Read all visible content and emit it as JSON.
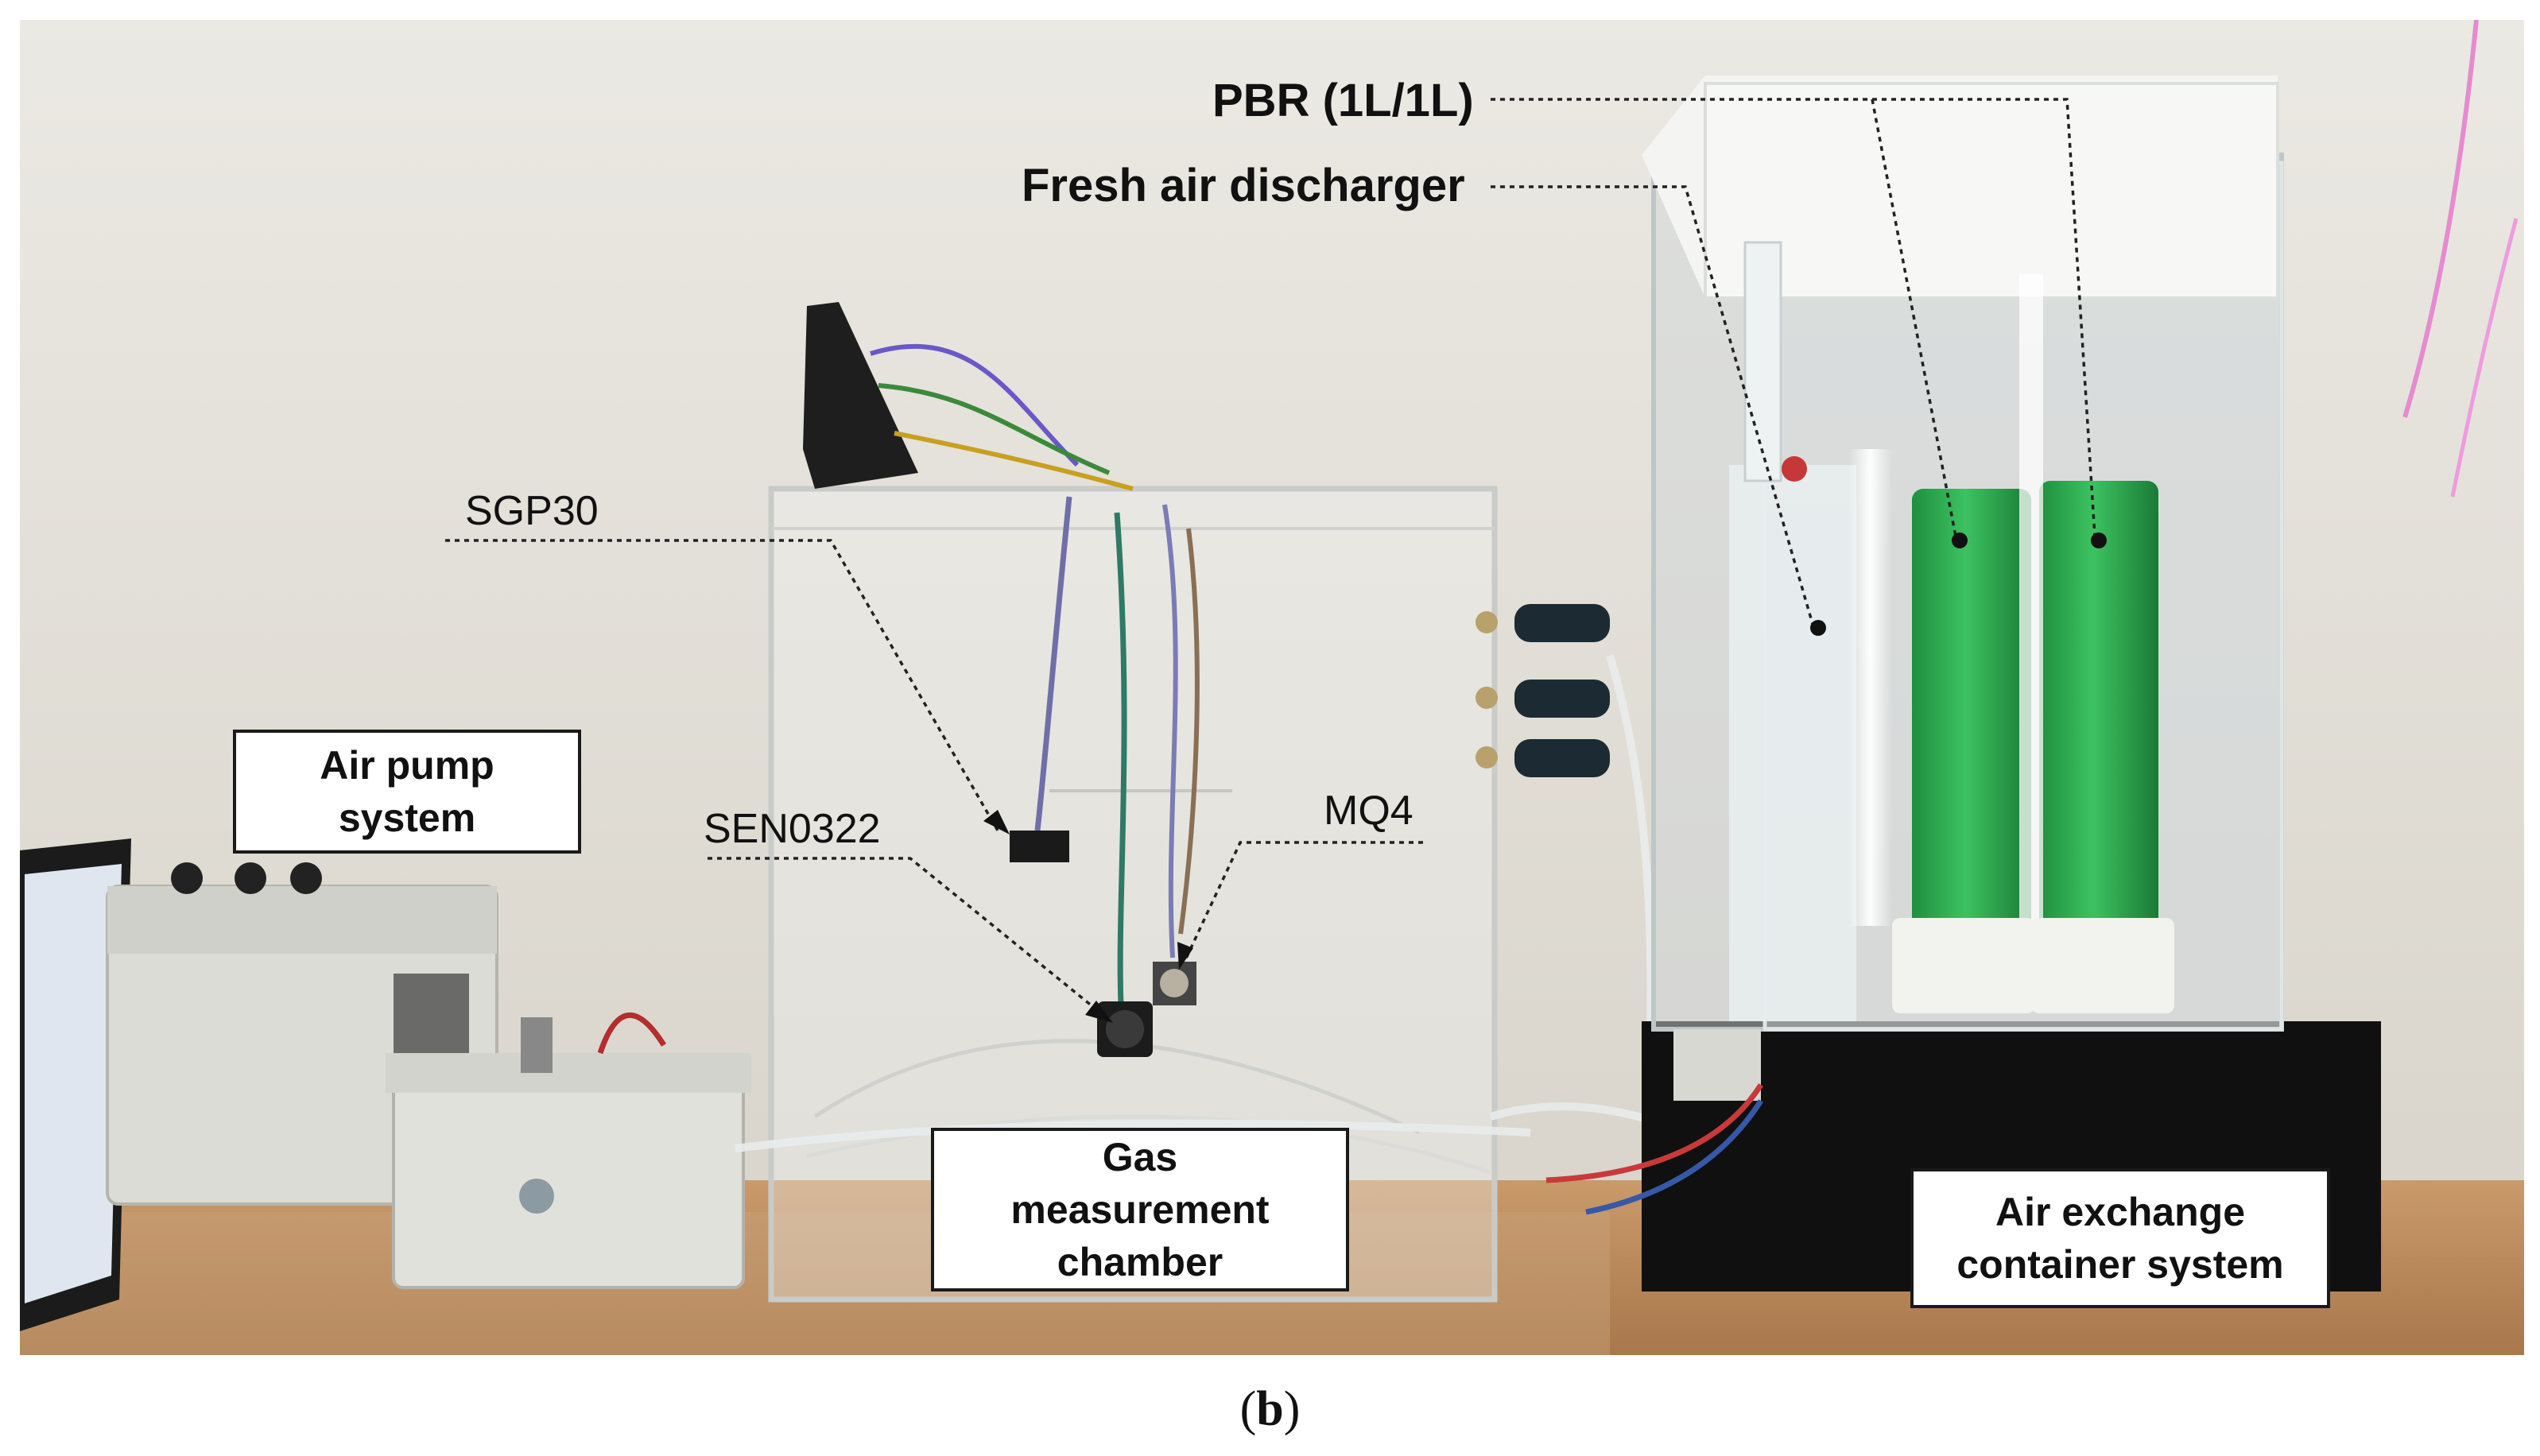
{
  "labels": {
    "pbr": "PBR (1L/1L)",
    "fresh_air": "Fresh air discharger",
    "sgp30": "SGP30",
    "sen0322": "SEN0322",
    "mq4": "MQ4"
  },
  "boxes": {
    "air_pump": "Air pump\nsystem",
    "gas_chamber": "Gas\nmeasurement\nchamber",
    "air_exchange": "Air exchange\ncontainer system"
  },
  "caption": {
    "open": "(",
    "letter": "b",
    "close": ")"
  },
  "colors": {
    "wall": "#e6e3dc",
    "table": "#b98a5e",
    "algae": "#2fae55",
    "led": "#f4fbff"
  }
}
